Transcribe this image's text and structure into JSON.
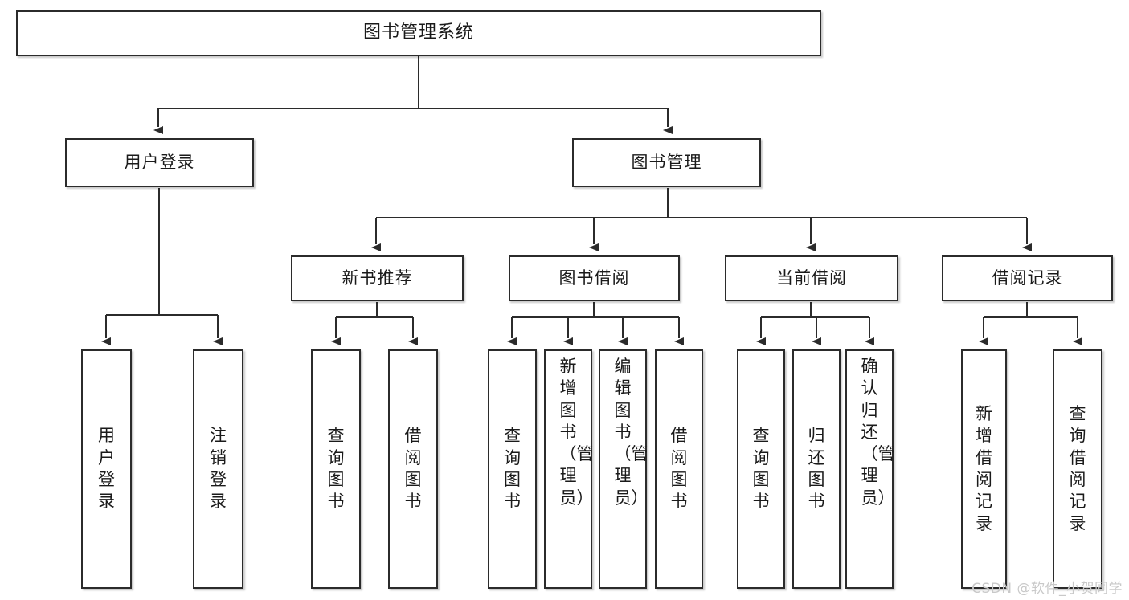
{
  "diagram": {
    "title": "图书管理系统",
    "type": "tree",
    "levels": {
      "root": {
        "label": "图书管理系统"
      },
      "level2": [
        {
          "label": "用户登录"
        },
        {
          "label": "图书管理"
        }
      ],
      "level3": [
        {
          "label": "新书推荐"
        },
        {
          "label": "图书借阅"
        },
        {
          "label": "当前借阅"
        },
        {
          "label": "借阅记录"
        }
      ],
      "leaves": [
        {
          "label": "用户登录",
          "parent": "用户登录"
        },
        {
          "label": "注销登录",
          "parent": "用户登录"
        },
        {
          "label": "查询图书",
          "parent": "新书推荐"
        },
        {
          "label": "借阅图书",
          "parent": "新书推荐"
        },
        {
          "label": "查询图书",
          "parent": "图书借阅"
        },
        {
          "label": "新增图书（管理员）",
          "parent": "图书借阅"
        },
        {
          "label": "编辑图书（管理员）",
          "parent": "图书借阅"
        },
        {
          "label": "借阅图书",
          "parent": "图书借阅"
        },
        {
          "label": "查询图书",
          "parent": "当前借阅"
        },
        {
          "label": "归还图书",
          "parent": "当前借阅"
        },
        {
          "label": "确认归还（管理员）",
          "parent": "当前借阅"
        },
        {
          "label": "新增借阅记录",
          "parent": "借阅记录"
        },
        {
          "label": "查询借阅记录",
          "parent": "借阅记录"
        }
      ]
    },
    "colors": {
      "node_border": "#2b2b2b",
      "node_fill": "#ffffff",
      "edge": "#2b2b2b",
      "text": "#1a1a1a",
      "watermark": "#c9c9c9",
      "background": "#ffffff"
    }
  },
  "watermark": {
    "text": "CSDN @软件_小贺同学"
  }
}
